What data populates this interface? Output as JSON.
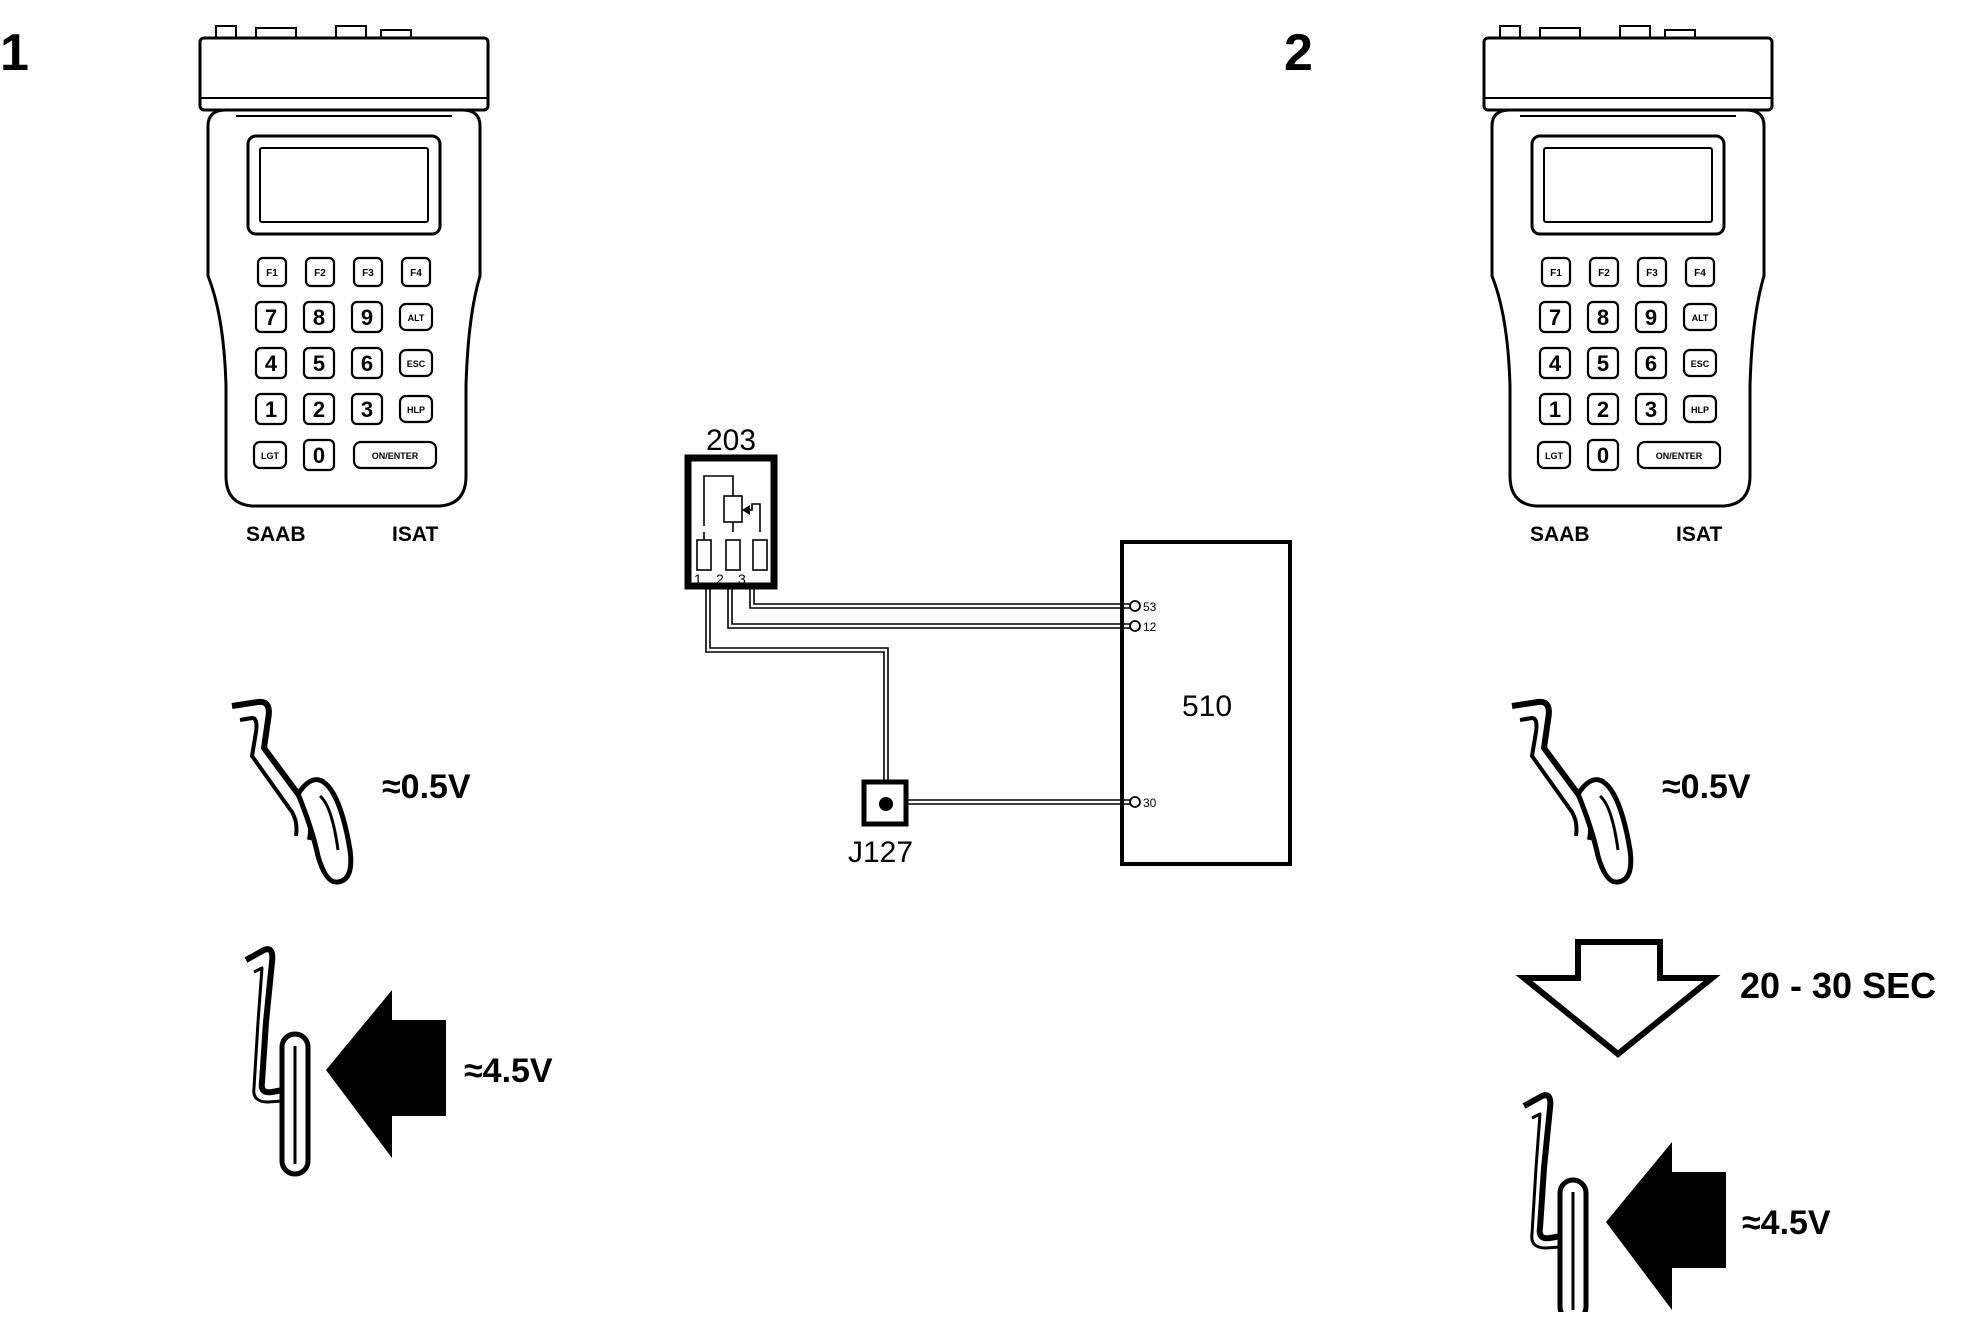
{
  "steps": [
    {
      "number": "1",
      "tester": {
        "brand": "SAAB",
        "model": "ISAT",
        "function_keys": [
          "F1",
          "F2",
          "F3",
          "F4"
        ],
        "keypad_rows": [
          [
            "7",
            "8",
            "9",
            "ALT"
          ],
          [
            "4",
            "5",
            "6",
            "ESC"
          ],
          [
            "1",
            "2",
            "3",
            "HLP"
          ]
        ],
        "bottom_keys": [
          "LGT",
          "0",
          "ON/ENTER"
        ]
      },
      "pedal_released_voltage": "≈0.5V",
      "pedal_pressed_voltage": "≈4.5V"
    },
    {
      "number": "2",
      "tester": {
        "brand": "SAAB",
        "model": "ISAT",
        "function_keys": [
          "F1",
          "F2",
          "F3",
          "F4"
        ],
        "keypad_rows": [
          [
            "7",
            "8",
            "9",
            "ALT"
          ],
          [
            "4",
            "5",
            "6",
            "ESC"
          ],
          [
            "1",
            "2",
            "3",
            "HLP"
          ]
        ],
        "bottom_keys": [
          "LGT",
          "0",
          "ON/ENTER"
        ]
      },
      "pedal_released_voltage": "≈0.5V",
      "delay_label": "20 - 30 SEC",
      "pedal_pressed_voltage": "≈4.5V"
    }
  ],
  "circuit": {
    "sensor_label": "203",
    "sensor_pins": [
      "1",
      "2",
      "3"
    ],
    "control_unit_label": "510",
    "control_unit_pins": [
      "53",
      "12",
      "30"
    ],
    "test_connector_label": "J127"
  }
}
